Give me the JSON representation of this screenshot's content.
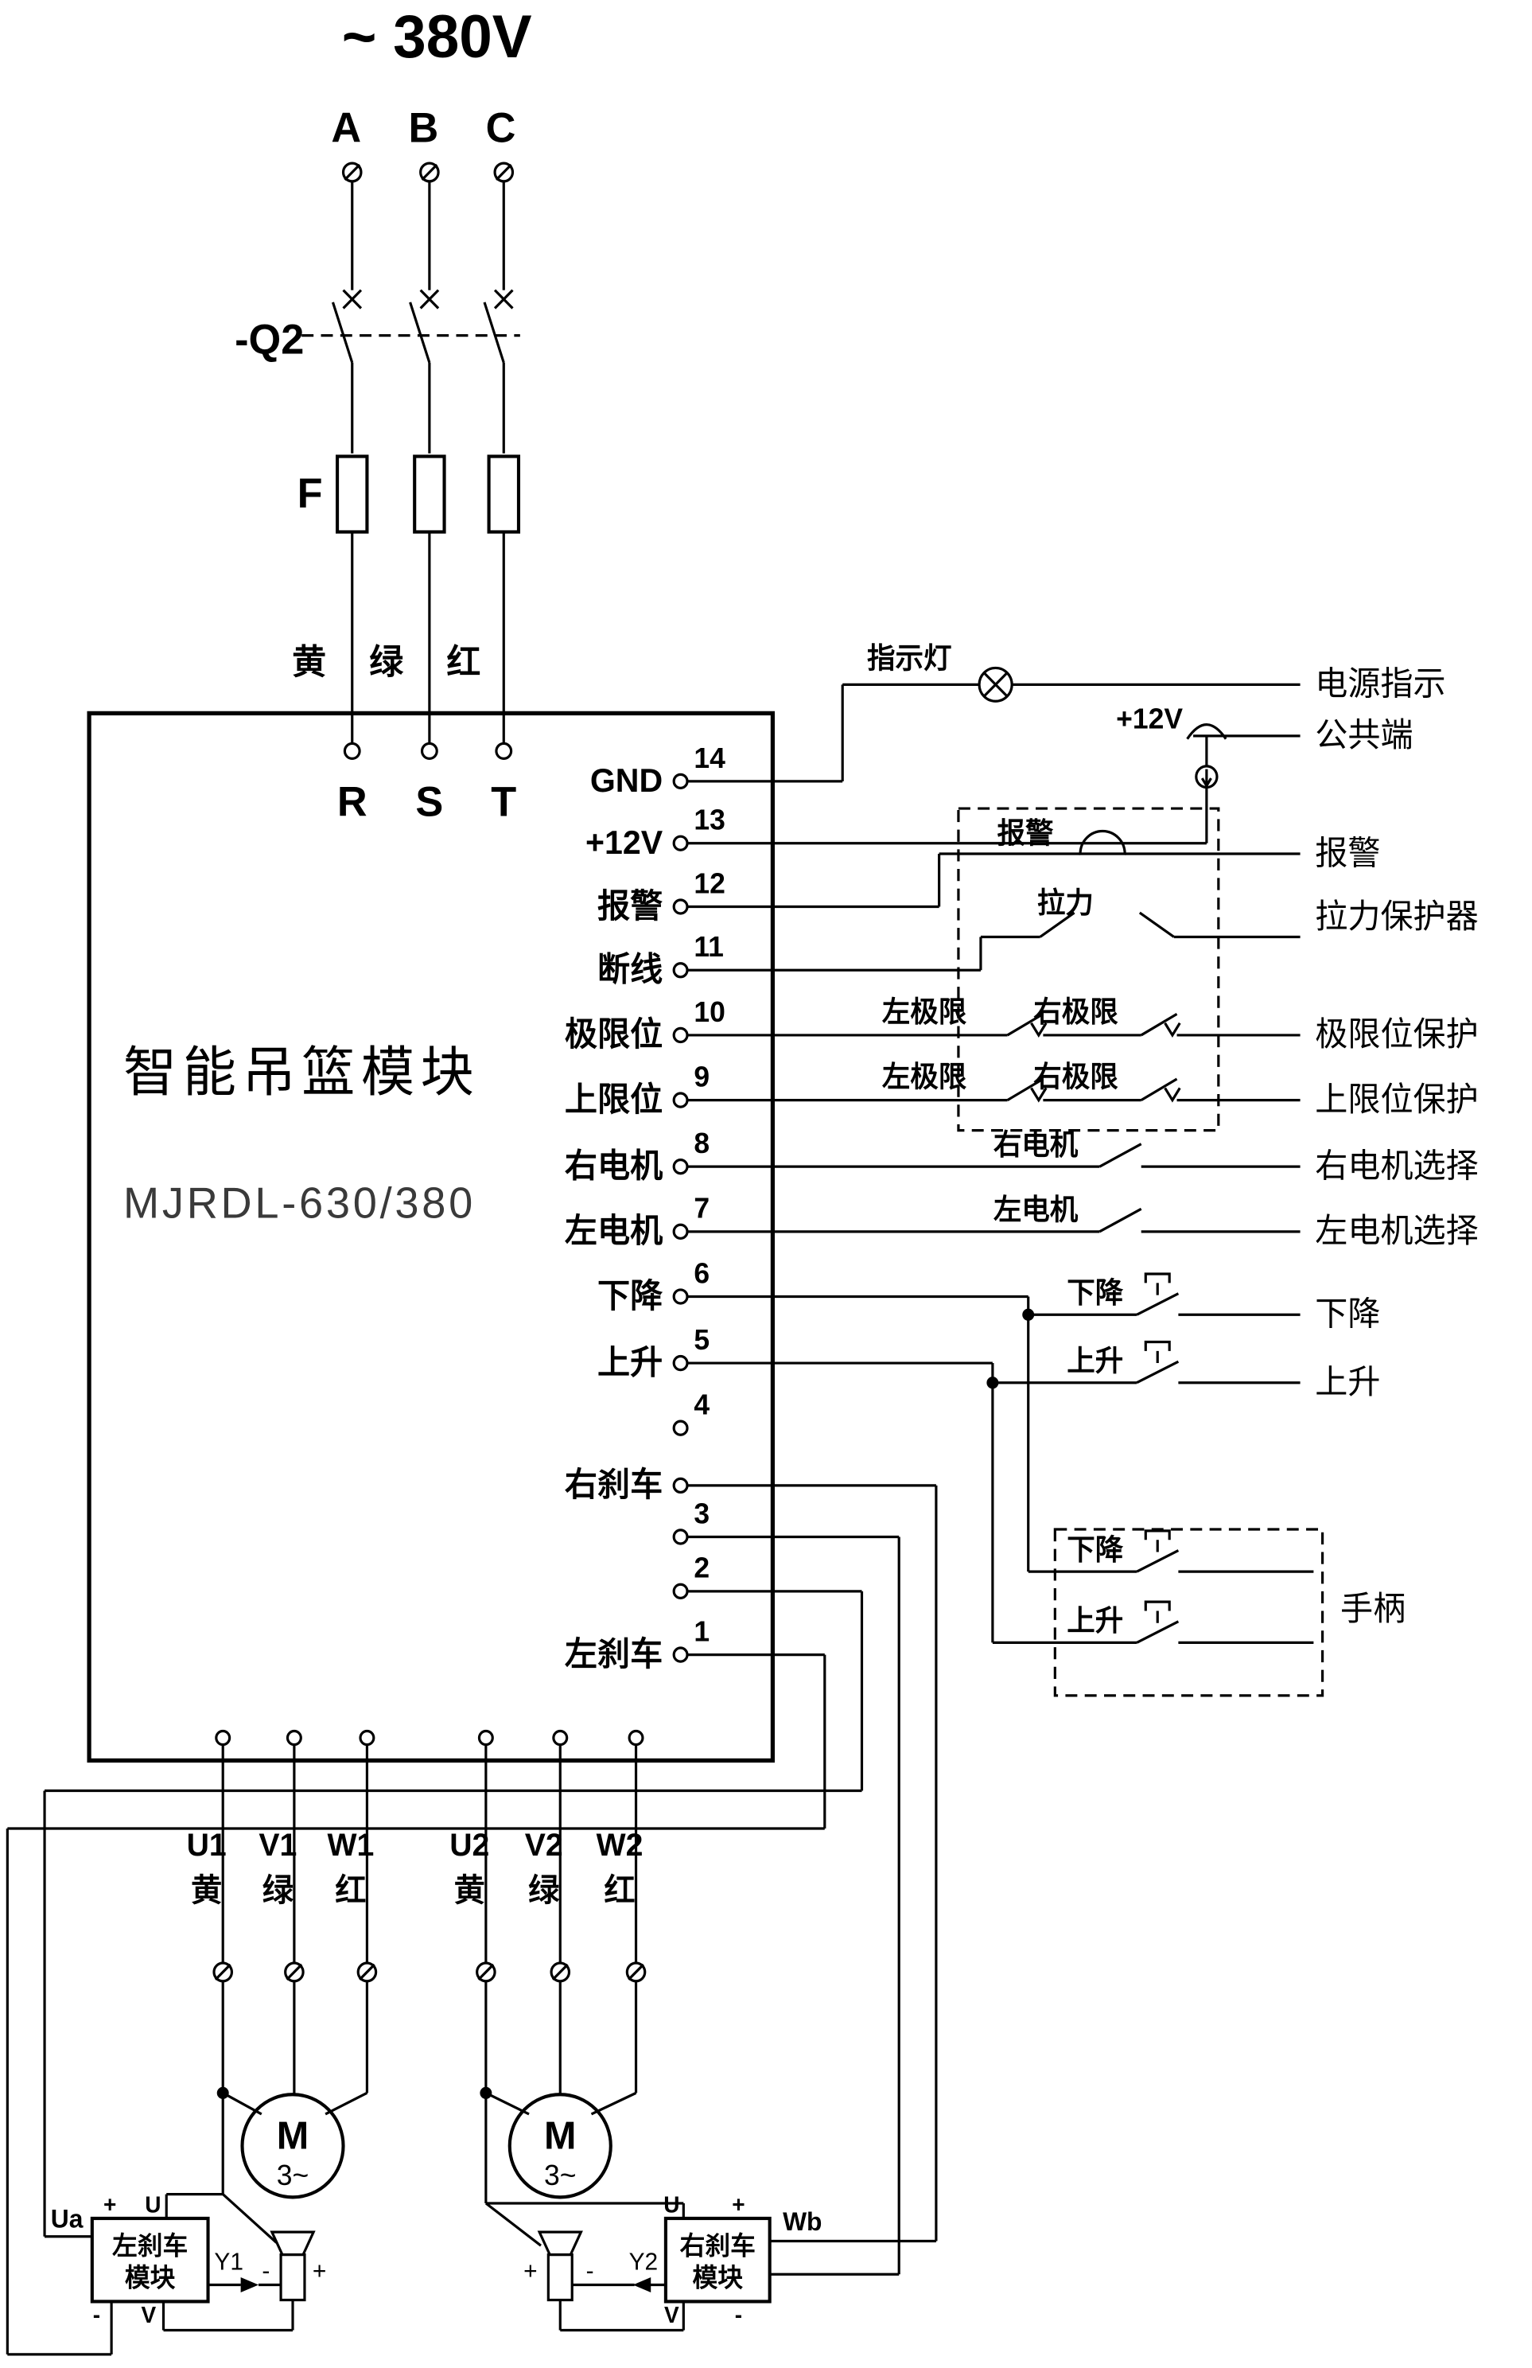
{
  "power": {
    "voltage": "~ 380V",
    "phases": [
      "A",
      "B",
      "C"
    ],
    "breaker": "-Q2",
    "fuse": "F",
    "colors": [
      "黄",
      "绿",
      "红"
    ],
    "terminals": [
      "R",
      "S",
      "T"
    ]
  },
  "module": {
    "title": "智能吊篮模块",
    "model": "MJRDL-630/380",
    "pins": [
      {
        "num": "14",
        "label": "GND"
      },
      {
        "num": "13",
        "label": "+12V"
      },
      {
        "num": "12",
        "label": "报警"
      },
      {
        "num": "11",
        "label": "断线"
      },
      {
        "num": "10",
        "label": "极限位"
      },
      {
        "num": "9",
        "label": "上限位"
      },
      {
        "num": "8",
        "label": "右电机"
      },
      {
        "num": "7",
        "label": "左电机"
      },
      {
        "num": "6",
        "label": "下降"
      },
      {
        "num": "5",
        "label": "上升"
      },
      {
        "num": "4",
        "label": ""
      },
      {
        "num": "",
        "label": "右刹车"
      },
      {
        "num": "3",
        "label": ""
      },
      {
        "num": "2",
        "label": ""
      },
      {
        "num": "1",
        "label": "左刹车"
      }
    ]
  },
  "external": {
    "indicator": "指示灯",
    "plus12v": "+12V",
    "alarm": "报警",
    "tension": "拉力",
    "limit1_left": "左极限",
    "limit1_right": "右极限",
    "limit2_left": "左极限",
    "limit2_right": "右极限",
    "right_motor": "右电机",
    "left_motor": "左电机",
    "down": "下降",
    "up": "上升",
    "handle_down": "下降",
    "handle_up": "上升",
    "right_labels": {
      "power_indicator": "电源指示",
      "common": "公共端",
      "alarm": "报警",
      "tension_protector": "拉力保护器",
      "limit_protection": "极限位保护",
      "upper_limit_protection": "上限位保护",
      "right_motor_select": "右电机选择",
      "left_motor_select": "左电机选择",
      "down": "下降",
      "up": "上升",
      "handle": "手柄"
    }
  },
  "motors": {
    "left": {
      "terminals": [
        "U1",
        "V1",
        "W1"
      ],
      "colors": [
        "黄",
        "绿",
        "红"
      ],
      "m": "M",
      "phase": "3~"
    },
    "right": {
      "terminals": [
        "U2",
        "V2",
        "W2"
      ],
      "colors": [
        "黄",
        "绿",
        "红"
      ],
      "m": "M",
      "phase": "3~"
    }
  },
  "brakes": {
    "left": {
      "line1": "左刹车",
      "line2": "模块",
      "feed": "Ua",
      "coil": "Y1",
      "top_left": "+",
      "top_right": "U",
      "bot_left": "-",
      "bot_right": "V",
      "sol_left": "-",
      "sol_right": "+"
    },
    "right": {
      "line1": "右刹车",
      "line2": "模块",
      "feed": "Wb",
      "coil": "Y2",
      "top_left": "U",
      "top_right": "+",
      "bot_left": "V",
      "bot_right": "-",
      "sol_left": "+",
      "sol_right": "-"
    }
  }
}
